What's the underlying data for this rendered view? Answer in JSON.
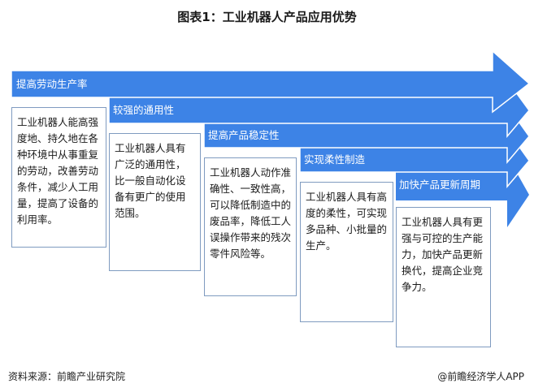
{
  "title": "图表1：工业机器人产品应用优势",
  "arrow_color": "#3d83e6",
  "steps": [
    {
      "label": "提高劳动生产率",
      "description": "工业机器人能高强度地、持久地在各种环境中从事重复的劳动，改善劳动条件，减少人工用量，提高了设备的利用率。"
    },
    {
      "label": "较强的通用性",
      "description": "工业机器人具有广泛的通用性，比一般自动化设备有更广的使用范围。"
    },
    {
      "label": "提高产品稳定性",
      "description": "工业机器人动作准确性、一致性高，可以降低制造中的废品率，降低工人误操作带来的残次零件风险等。"
    },
    {
      "label": "实现柔性制造",
      "description": "工业机器人具有高度的柔性，可实现多品种、小批量的生产。"
    },
    {
      "label": "加快产品更新周期",
      "description": "工业机器人具有更强与可控的生产能力，加快产品更新换代，提高企业竞争力。"
    }
  ],
  "footer": {
    "source": "资料来源：前瞻产业研究院",
    "credit": "@前瞻经济学人APP"
  }
}
